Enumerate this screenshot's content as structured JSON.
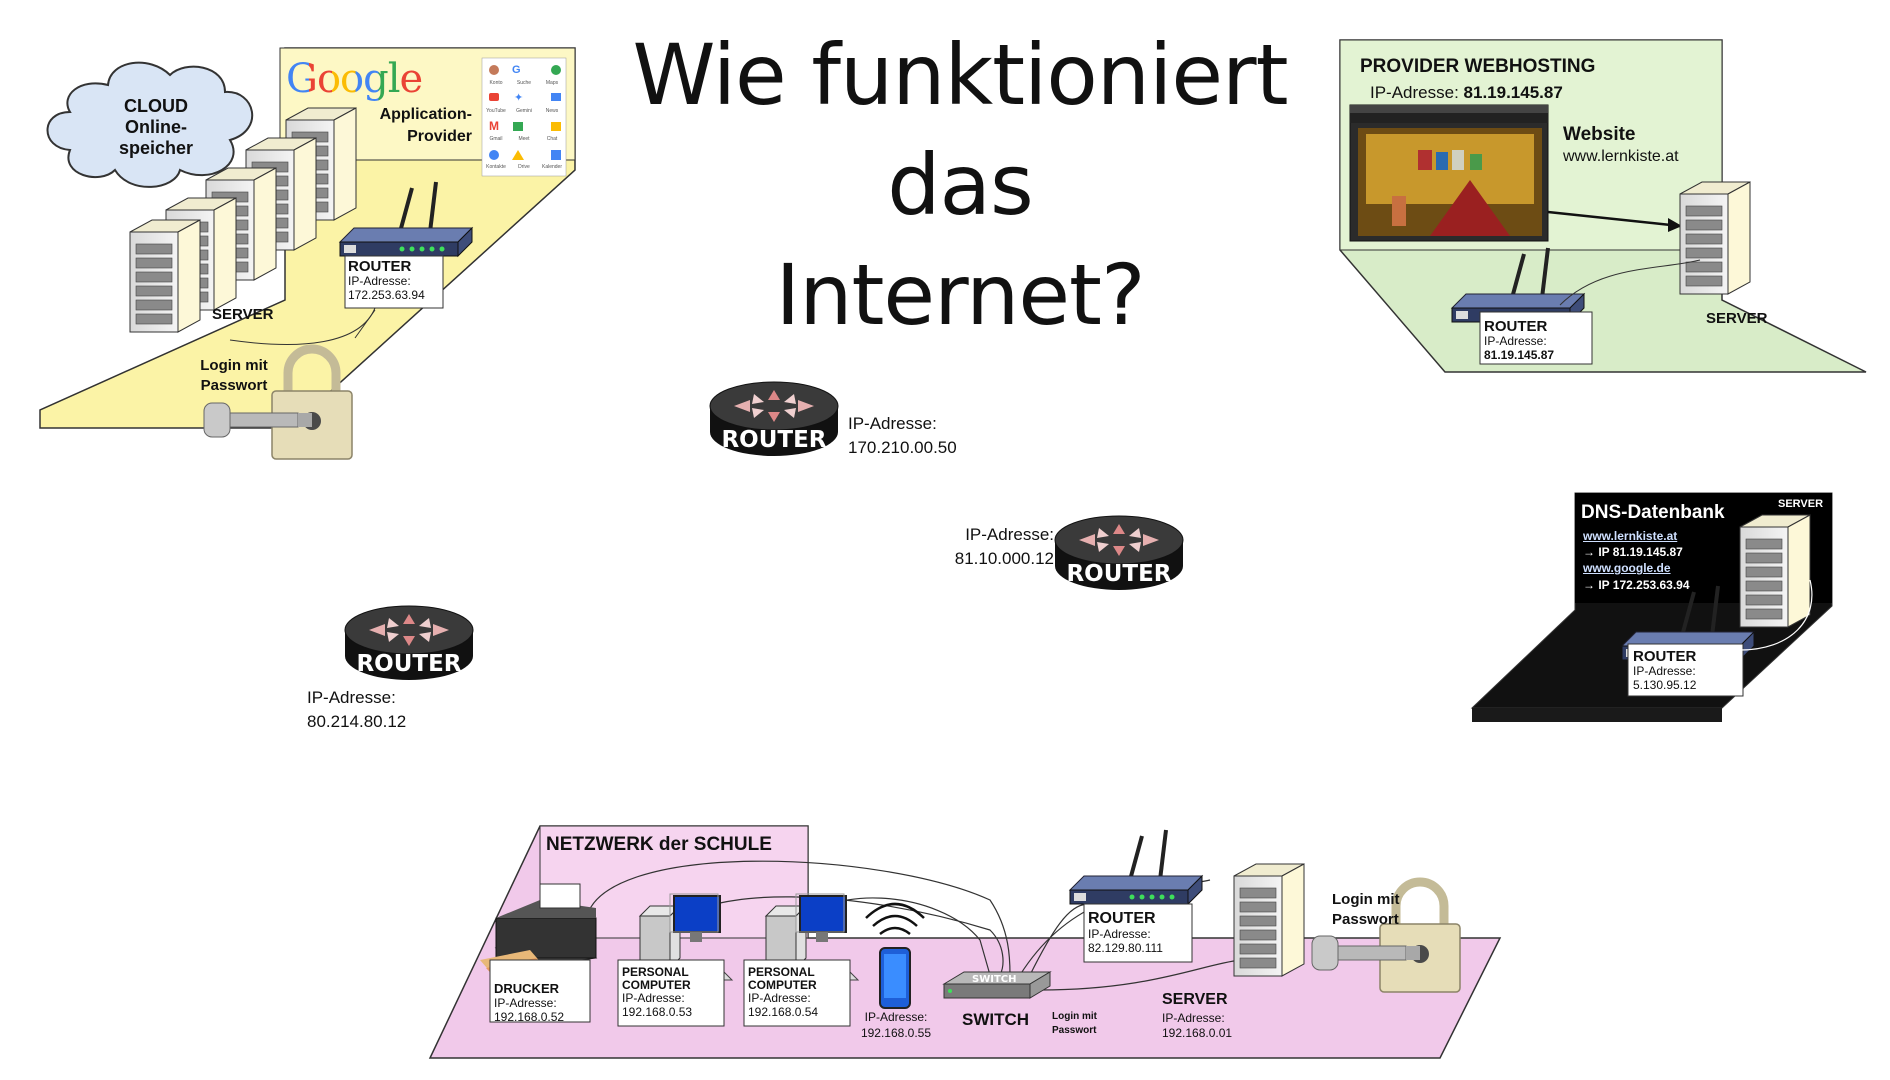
{
  "title_line1": "Wie funktioniert das",
  "title_line2": "Internet?",
  "cloud": {
    "label": "CLOUD\nOnline-\nspeicher"
  },
  "google_area": {
    "logo": "Google",
    "provider_label": "Application-\nProvider",
    "server_label": "SERVER",
    "router": {
      "title": "ROUTER",
      "ip_label": "IP-Adresse:",
      "ip": "172.253.63.94"
    },
    "login_label": "Login mit\nPasswort",
    "apps": [
      "Konto",
      "Suche",
      "Maps",
      "YouTube",
      "Gemini",
      "News",
      "Gmail",
      "Meet",
      "Chat",
      "Kontakte",
      "Drive",
      "Kalender"
    ]
  },
  "webhosting": {
    "title": "PROVIDER WEBHOSTING",
    "ip_prefix": "IP-Adresse: ",
    "ip": "81.19.145.87",
    "website_label": "Website",
    "website_url": "www.lernkiste.at",
    "server_label": "SERVER",
    "router": {
      "title": "ROUTER",
      "ip_label": "IP-Adresse:",
      "ip": "81.19.145.87"
    }
  },
  "internet_routers": [
    {
      "label": "ROUTER",
      "ip_label": "IP-Adresse:",
      "ip": "170.210.00.50"
    },
    {
      "label": "ROUTER",
      "ip_label": "IP-Adresse:",
      "ip": "81.10.000.12"
    },
    {
      "label": "ROUTER",
      "ip_label": "IP-Adresse:",
      "ip": "80.214.80.12"
    }
  ],
  "dns": {
    "title": "DNS-Datenbank",
    "server_label": "SERVER",
    "entries": [
      {
        "domain": "www.lernkiste.at",
        "ip": "→ IP 81.19.145.87"
      },
      {
        "domain": "www.google.de",
        "ip": "→ IP 172.253.63.94"
      }
    ],
    "router": {
      "title": "ROUTER",
      "ip_label": "IP-Adresse:",
      "ip": "5.130.95.12"
    }
  },
  "school": {
    "title": "NETZWERK der SCHULE",
    "printer": {
      "title": "DRUCKER",
      "ip_label": "IP-Adresse:",
      "ip": "192.168.0.52"
    },
    "pc1": {
      "title": "PERSONAL\nCOMPUTER",
      "ip_label": "IP-Adresse:",
      "ip": "192.168.0.53"
    },
    "pc2": {
      "title": "PERSONAL\nCOMPUTER",
      "ip_label": "IP-Adresse:",
      "ip": "192.168.0.54"
    },
    "phone": {
      "ip_label": "IP-Adresse:",
      "ip": "192.168.0.55"
    },
    "switch": {
      "label": "SWITCH",
      "device_text": "SWITCH",
      "login_label": "Login mit\nPasswort"
    },
    "router": {
      "title": "ROUTER",
      "ip_label": "IP-Adresse:",
      "ip": "82.129.80.111"
    },
    "server": {
      "title": "SERVER",
      "ip_label": "IP-Adresse:",
      "ip": "192.168.0.01"
    },
    "login_label": "Login mit\nPasswort"
  }
}
